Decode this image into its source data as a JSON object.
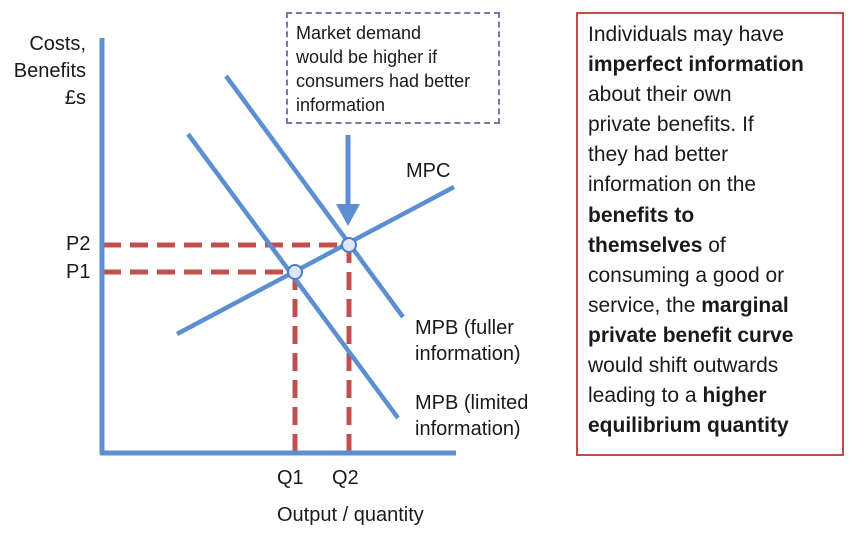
{
  "axes": {
    "y_label_lines": [
      "Costs,",
      "Benefits",
      "£s"
    ],
    "x_label": "Output / quantity"
  },
  "ticks": {
    "y": [
      "P2",
      "P1"
    ],
    "x": [
      "Q1",
      "Q2"
    ]
  },
  "curves": {
    "mpc": "MPC",
    "mpb_fuller_lines": [
      "MPB (fuller",
      "information)"
    ],
    "mpb_limited_lines": [
      "MPB (limited",
      "information)"
    ]
  },
  "callout_lines": [
    "Market demand",
    "would be higher if",
    "consumers had better",
    "information"
  ],
  "explanation_lines": [
    [
      {
        "t": "Individuals may have",
        "b": false
      }
    ],
    [
      {
        "t": "imperfect information",
        "b": true
      }
    ],
    [
      {
        "t": "about their own",
        "b": false
      }
    ],
    [
      {
        "t": "private benefits. If",
        "b": false
      }
    ],
    [
      {
        "t": "they had better",
        "b": false
      }
    ],
    [
      {
        "t": "information on the",
        "b": false
      }
    ],
    [
      {
        "t": "benefits to",
        "b": true
      }
    ],
    [
      {
        "t": "themselves",
        "b": true
      },
      {
        "t": " of",
        "b": false
      }
    ],
    [
      {
        "t": "consuming a good or",
        "b": false
      }
    ],
    [
      {
        "t": "service, the ",
        "b": false
      },
      {
        "t": "marginal",
        "b": true
      }
    ],
    [
      {
        "t": "private benefit curve",
        "b": true
      }
    ],
    [
      {
        "t": "would shift outwards",
        "b": false
      }
    ],
    [
      {
        "t": "leading to a ",
        "b": false
      },
      {
        "t": "higher",
        "b": true
      }
    ],
    [
      {
        "t": "equilibrium quantity",
        "b": true
      }
    ]
  ],
  "colors": {
    "axis": "#5b8fd1",
    "curve": "#5b8fd1",
    "guide": "#c0504d",
    "note_border": "#8a6fb0",
    "box_border": "#c24b4b"
  }
}
